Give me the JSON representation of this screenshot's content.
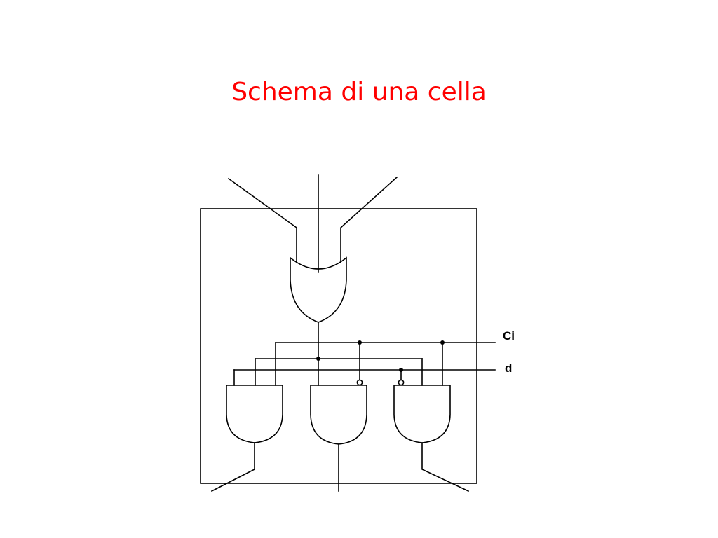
{
  "slide": {
    "title": "Schema di una cella",
    "title_color": "#ff0000"
  },
  "diagram": {
    "stroke_color": "#000000",
    "labels": {
      "ci": "Ci",
      "d": "d"
    }
  }
}
